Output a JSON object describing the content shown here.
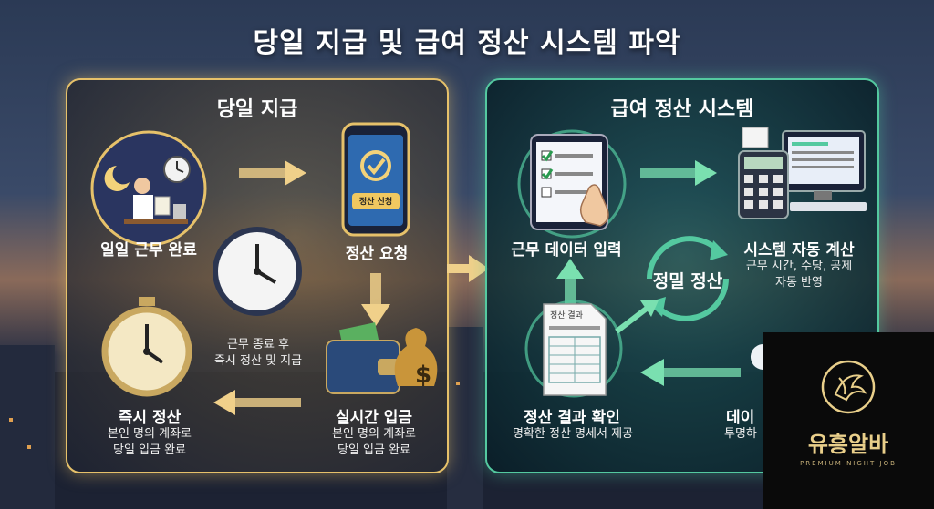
{
  "title": "당일 지급 및 급여 정산 시스템 파악",
  "left_panel": {
    "title": "당일 지급",
    "steps": {
      "work_complete": "일일 근무 완료",
      "request": "정산 요청",
      "request_button": "정산 신청",
      "clock_note": "근무 종료 후\n즉시 정산 및 지급",
      "realtime_title": "실시간 입금",
      "realtime_desc": "본인 명의 계좌로\n당일 입금 완료",
      "instant_title": "즉시 정산",
      "instant_desc": "본인 명의 계좌로\n당일 입금 완료"
    }
  },
  "right_panel": {
    "title": "급여 정산 시스템",
    "center": "정밀 정산",
    "steps": {
      "data_input": "근무 데이터 입력",
      "auto_calc": "시스템 자동 계산",
      "auto_calc_desc": "근무 시간, 수당, 공제\n자동 반영",
      "result_check": "정산 결과 확인",
      "result_desc": "명확한 정산 명세서 제공",
      "result_doc": "정산 결과",
      "data_partial": "데이",
      "data_partial_desc": "투명하"
    }
  },
  "logo": {
    "name": "유흥알바",
    "tagline": "PREMIUM NIGHT JOB"
  },
  "colors": {
    "gold": "#e6c16a",
    "green": "#54c9a0"
  }
}
